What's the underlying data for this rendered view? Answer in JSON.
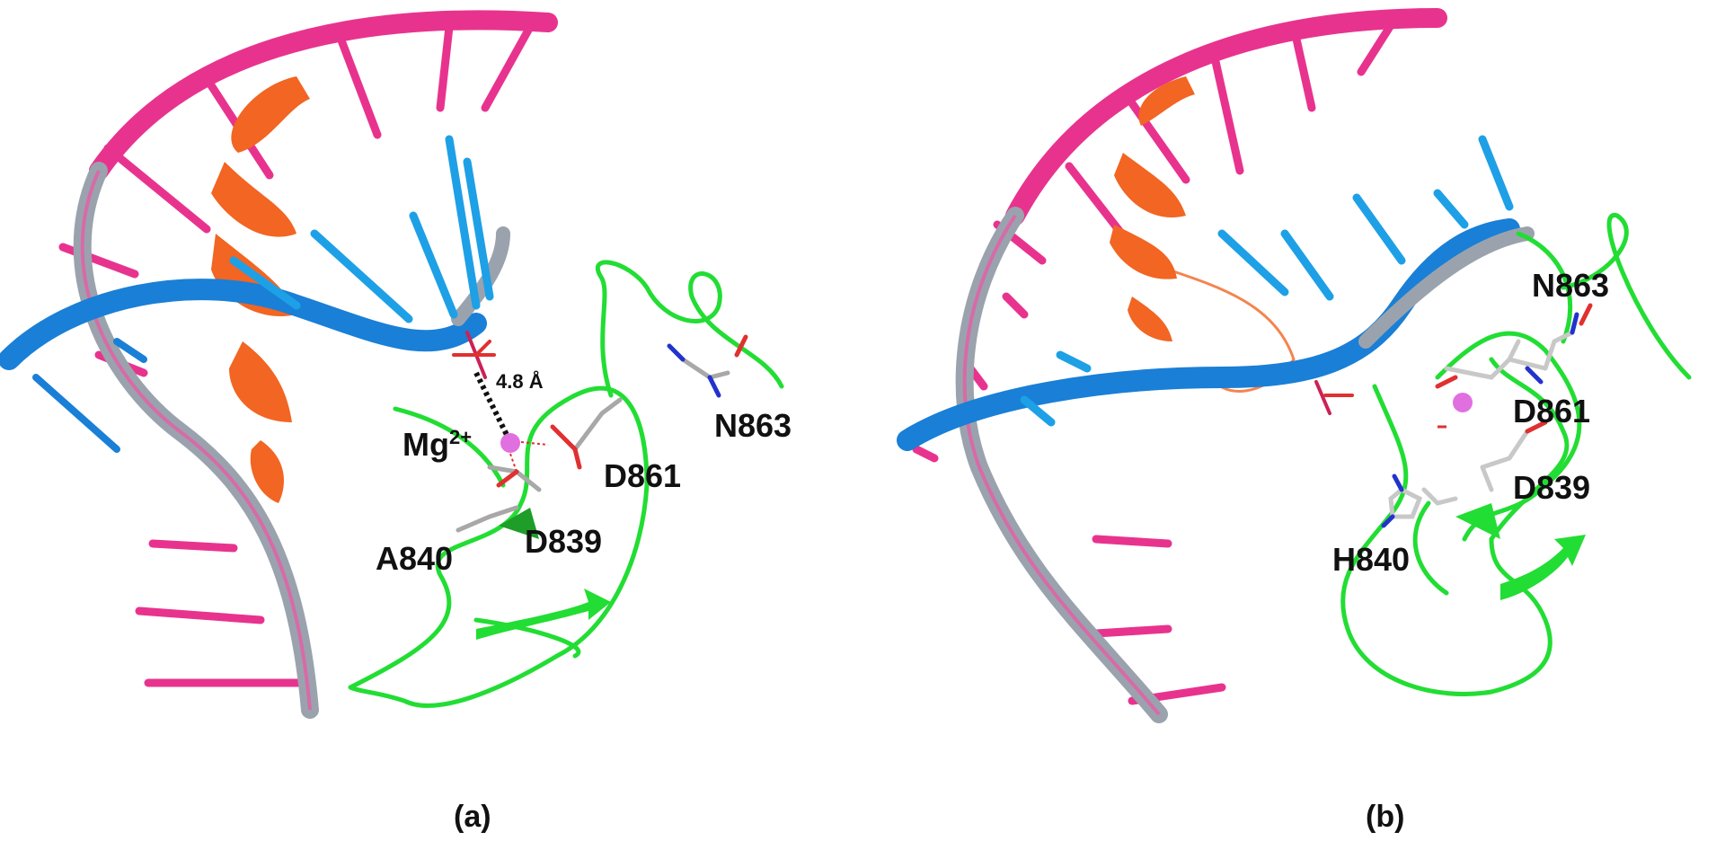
{
  "panels": [
    {
      "caption": "(a)",
      "labels": {
        "mg_base": "Mg",
        "mg_charge": "2+",
        "distance": "4.8 Å",
        "d861": "D861",
        "n863": "N863",
        "a840": "A840",
        "d839": "D839"
      }
    },
    {
      "caption": "(b)",
      "labels": {
        "n863": "N863",
        "d861": "D861",
        "d839": "D839",
        "h840": "H840"
      }
    }
  ],
  "colors": {
    "rna_backbone": "#e8338e",
    "dna_strand": "#1a7fd6",
    "dna_base": "#1ea0e6",
    "helix": "#f26522",
    "loop": "#22dd33",
    "grey_ribbon": "#9aa3ad",
    "magnesium": "#e070e0",
    "oxygen": "#e03030",
    "nitrogen": "#2233cc"
  }
}
